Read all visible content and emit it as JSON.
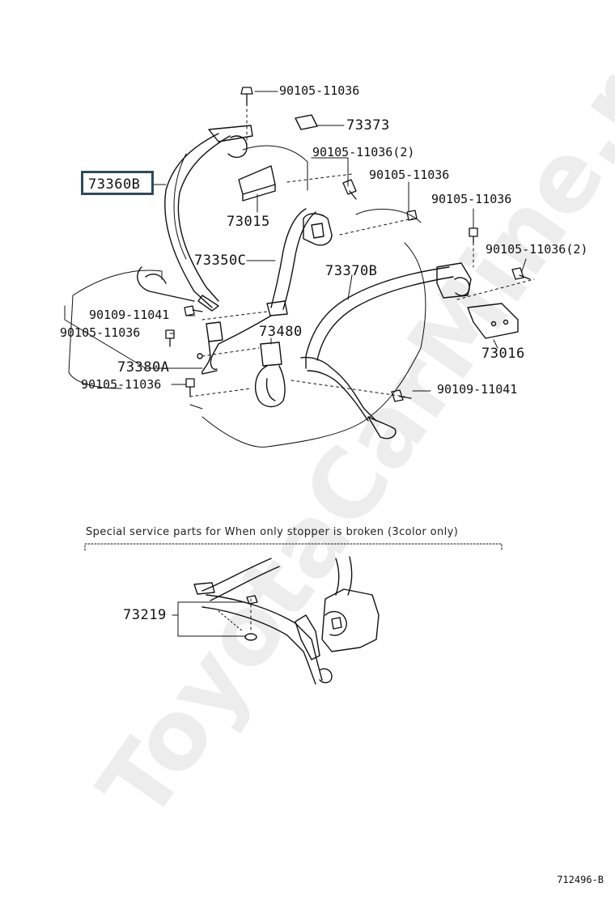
{
  "labels": {
    "p_90105_11036_top": "90105-11036",
    "p_73373": "73373",
    "p_90105_11036_2a": "90105-11036(2)",
    "p_90105_11036_mid": "90105-11036",
    "p_73360B": "73360B",
    "p_73015": "73015",
    "p_90105_11036_right": "90105-11036",
    "p_90105_11036_2b": "90105-11036(2)",
    "p_73350C": "73350C",
    "p_73370B": "73370B",
    "p_90109_11041_left": "90109-11041",
    "p_90105_11036_left": "90105-11036",
    "p_73480": "73480",
    "p_73016": "73016",
    "p_73380A": "73380A",
    "p_90105_11036_bottom": "90105-11036",
    "p_90109_11041_right": "90109-11041",
    "p_73219": "73219"
  },
  "note": "Special service parts for When only stopper is broken (3color only)",
  "watermark": "ToyotaCarMine.ru",
  "diagram_code": "712496-B",
  "colors": {
    "line": "#111111",
    "highlight_border": "#2f4a5a",
    "background": "#ffffff"
  }
}
